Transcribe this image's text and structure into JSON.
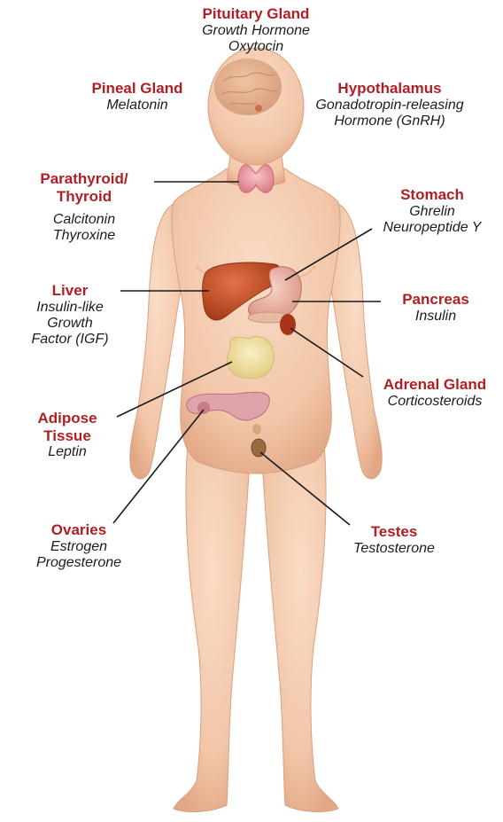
{
  "colors": {
    "organ_name": "#b01f24",
    "hormone_text": "#1c1c1c",
    "skin": "#f4cdb1",
    "skin_shadow": "#e7ad8c",
    "leader_line": "#1a1a1a",
    "liver": "#c94f26",
    "thyroid": "#f0a0a8",
    "adipose": "#efe0a2"
  },
  "glands": [
    {
      "id": "pituitary",
      "name": "Pituitary Gland",
      "hormones": [
        "Growth Hormone",
        "Oxytocin"
      ]
    },
    {
      "id": "pineal",
      "name": "Pineal Gland",
      "hormones": [
        "Melatonin"
      ]
    },
    {
      "id": "hypothalamus",
      "name": "Hypothalamus",
      "hormones": [
        "Gonadotropin-releasing",
        "Hormone (GnRH)"
      ]
    },
    {
      "id": "parathyroid",
      "name": "Parathyroid/\nThyroid",
      "hormones": [
        "Calcitonin",
        "Thyroxine"
      ]
    },
    {
      "id": "stomach",
      "name": "Stomach",
      "hormones": [
        "Ghrelin",
        "Neuropeptide Y"
      ]
    },
    {
      "id": "liver",
      "name": "Liver",
      "hormones": [
        "Insulin-like",
        "Growth",
        "Factor (IGF)"
      ]
    },
    {
      "id": "pancreas",
      "name": "Pancreas",
      "hormones": [
        "Insulin"
      ]
    },
    {
      "id": "adrenal",
      "name": "Adrenal Gland",
      "hormones": [
        "Corticosteroids"
      ]
    },
    {
      "id": "adipose",
      "name": "Adipose\nTissue",
      "hormones": [
        "Leptin"
      ]
    },
    {
      "id": "ovaries",
      "name": "Ovaries",
      "hormones": [
        "Estrogen",
        "Progesterone"
      ]
    },
    {
      "id": "testes",
      "name": "Testes",
      "hormones": [
        "Testosterone"
      ]
    }
  ]
}
